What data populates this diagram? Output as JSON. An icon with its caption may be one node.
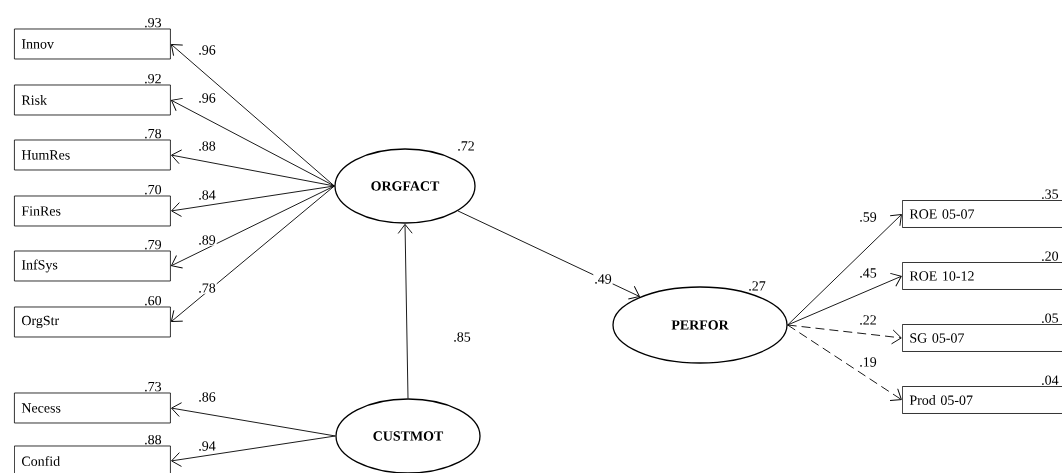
{
  "diagram": {
    "nodes": [
      {
        "text": [
          "Innov"
        ],
        "beside": [
          ".93"
        ]
      },
      {
        "text": [
          "Risk"
        ],
        "beside": [
          ".92"
        ]
      },
      {
        "text": [
          "HumRes"
        ],
        "beside": [
          ".78"
        ]
      },
      {
        "text": [
          "FinRes"
        ],
        "beside": [
          ".70"
        ]
      },
      {
        "text": [
          "InfSys"
        ],
        "beside": [
          ".79"
        ]
      },
      {
        "text": [
          "OrgStr"
        ],
        "beside": [
          ".60"
        ]
      },
      {
        "text": [
          "ORGFACT"
        ],
        "beside": [
          ".72"
        ]
      },
      {
        "text": [
          "PERFOR"
        ],
        "beside": [
          ".27"
        ]
      },
      {
        "text": [
          "ROE 05-07"
        ],
        "beside": [
          ".35"
        ]
      },
      {
        "text": [
          "ROE 10-12"
        ],
        "beside": [
          ".20"
        ]
      },
      {
        "text": [
          "SG 05-07"
        ],
        "beside": [
          ".05"
        ]
      },
      {
        "text": [
          "Prod 05-07"
        ],
        "beside": [
          ".04"
        ]
      },
      {
        "text": [
          "Necess"
        ],
        "beside": [
          ".73"
        ]
      },
      {
        "text": [
          "Confid"
        ],
        "beside": [
          ".88"
        ]
      },
      {
        "text": [
          "CUSTMOT"
        ]
      }
    ],
    "edges": [
      {
        "from": 6,
        "to": 0,
        "arrow": "to",
        "label": ".96"
      },
      {
        "from": 6,
        "to": 1,
        "arrow": "to",
        "label": ".96"
      },
      {
        "from": 6,
        "to": 2,
        "arrow": "to",
        "label": ".88"
      },
      {
        "from": 6,
        "to": 3,
        "arrow": "to",
        "label": ".84"
      },
      {
        "from": 6,
        "to": 4,
        "arrow": "to",
        "label": ".89"
      },
      {
        "from": 6,
        "to": 5,
        "arrow": "to",
        "label": ".78"
      },
      {
        "from": 6,
        "to": 7,
        "arrow": "to",
        "label": ".49"
      },
      {
        "from": 14,
        "to": 6,
        "arrow": "to",
        "label": ".85"
      },
      {
        "from": 7,
        "to": 8,
        "arrow": "to",
        "label": ".59"
      },
      {
        "from": 7,
        "to": 9,
        "arrow": "to",
        "label": ".45"
      },
      {
        "from": 7,
        "to": 10,
        "arrow": "to",
        "label": ".22",
        "style": "dashed"
      },
      {
        "from": 7,
        "to": 11,
        "arrow": "to",
        "label": ".19",
        "style": "dashed"
      },
      {
        "from": 14,
        "to": 12,
        "arrow": "to",
        "label": ".86"
      },
      {
        "from": 14,
        "to": 13,
        "arrow": "to",
        "label": ".94"
      }
    ]
  }
}
